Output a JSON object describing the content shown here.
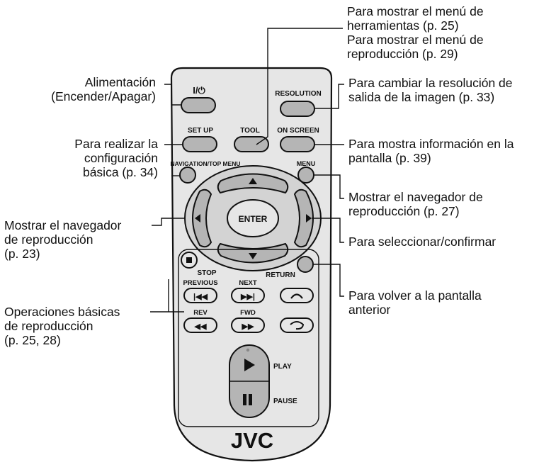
{
  "callouts": {
    "alimentacion": [
      "Alimentación",
      "(Encender/Apagar)"
    ],
    "setup": [
      "Para realizar la",
      "configuración",
      "básica (p. 34)"
    ],
    "navegador_left": [
      "Mostrar el navegador",
      "de reproducción",
      "(p. 23)"
    ],
    "operaciones": [
      "Operaciones básicas",
      "de reproducción",
      "(p. 25, 28)"
    ],
    "tool": [
      "Para mostrar el menú de",
      "herramientas (p. 25)",
      "Para mostrar el menú de",
      "reproducción (p. 29)"
    ],
    "resolution": [
      "Para cambiar la resolución de",
      "salida de la imagen (p. 33)"
    ],
    "onscreen": [
      "Para mostra información en la",
      "pantalla (p. 39)"
    ],
    "menu": [
      "Mostrar el navegador de",
      "reproducción (p. 27)"
    ],
    "select": [
      "Para seleccionar/confirmar"
    ],
    "return": [
      "Para volver a la pantalla",
      "anterior"
    ]
  },
  "buttons": {
    "power": "I/⏻",
    "resolution": "RESOLUTION",
    "setup": "SET UP",
    "tool": "TOOL",
    "onscreen": "ON SCREEN",
    "navigation": "NAVIGATION/TOP MENU",
    "menu": "MENU",
    "enter": "ENTER",
    "stop": "STOP",
    "return": "RETURN",
    "previous": "PREVIOUS",
    "next": "NEXT",
    "rev": "REV",
    "fwd": "FWD",
    "play": "PLAY",
    "pause": "PAUSE",
    "brand": "JVC"
  },
  "colors": {
    "body": "#e6e6e6",
    "button": "#b5b5b5",
    "outline": "#111111"
  }
}
